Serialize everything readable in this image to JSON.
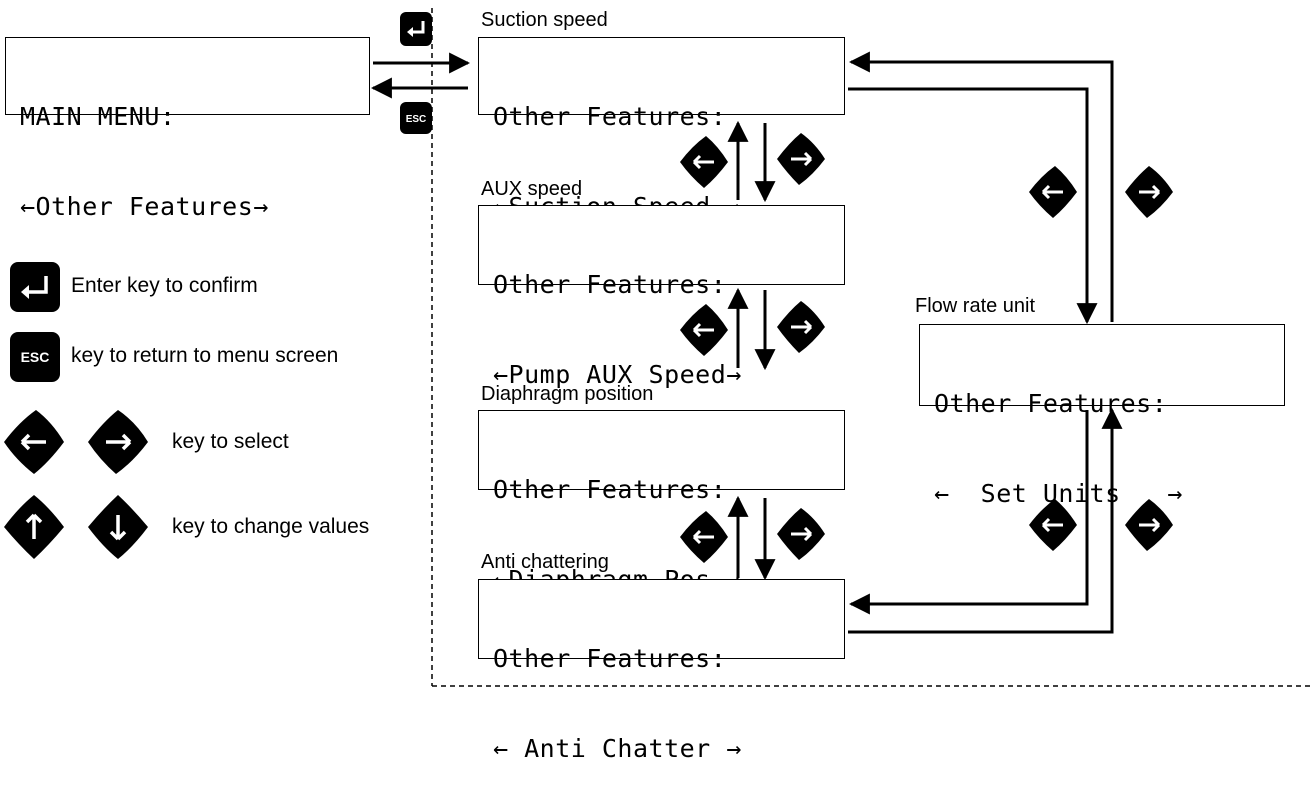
{
  "main_menu": {
    "line1": "MAIN MENU:",
    "line2": "←Other Features→"
  },
  "screens": [
    {
      "caption": "Suction speed",
      "line1": "Other Features:",
      "line2": "←Suction Speed →"
    },
    {
      "caption": "AUX speed",
      "line1": "Other Features:",
      "line2": "←Pump AUX Speed→"
    },
    {
      "caption": "Diaphragm position",
      "line1": "Other Features:",
      "line2": "←Diaphragm Pos.→"
    },
    {
      "caption": "Anti chattering",
      "line1": "Other Features:",
      "line2": "← Anti Chatter →"
    },
    {
      "caption": "Flow rate unit",
      "line1": "Other Features:",
      "line2": "←  Set Units   →"
    }
  ],
  "keys": {
    "enter_label": "",
    "esc_label": "ESC"
  },
  "legend": {
    "enter": "Enter key to confirm",
    "esc": "key to return to menu screen",
    "select": "key to select",
    "change": "key to change values"
  },
  "colors": {
    "line": "#000000",
    "key_fill": "#000000",
    "key_glyph": "#ffffff",
    "background": "#ffffff"
  }
}
